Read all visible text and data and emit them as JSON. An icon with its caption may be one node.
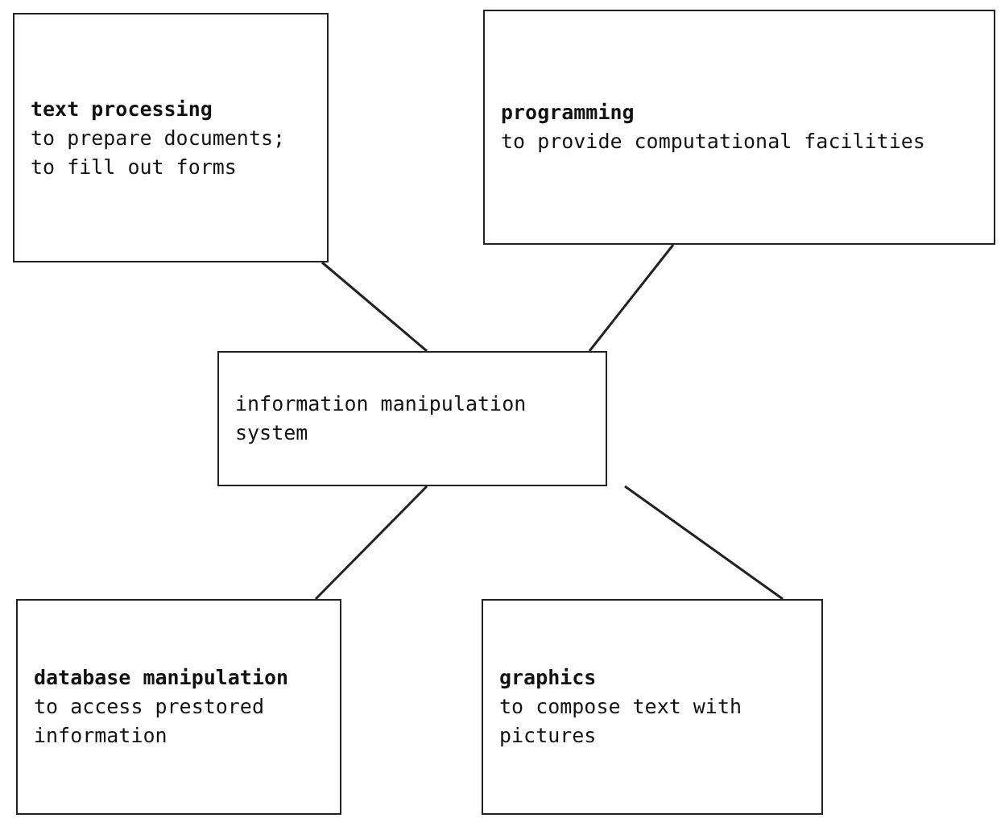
{
  "diagram": {
    "nodes": [
      {
        "text": [
          "text processing",
          "to prepare documents; to fill out forms"
        ]
      },
      {
        "text": [
          "programming",
          "to provide computational facilities"
        ]
      },
      {
        "text": [
          "information manipulation system"
        ]
      },
      {
        "text": [
          "database manipulation",
          "to access prestored information"
        ]
      },
      {
        "text": [
          "graphics",
          "to compose text with pictures"
        ]
      }
    ],
    "edges": [
      {
        "from": 0,
        "to": 2,
        "arrow": "none"
      },
      {
        "from": 1,
        "to": 2,
        "arrow": "none"
      },
      {
        "from": 2,
        "to": 3,
        "arrow": "none"
      },
      {
        "from": 2,
        "to": 4,
        "arrow": "none"
      }
    ]
  }
}
